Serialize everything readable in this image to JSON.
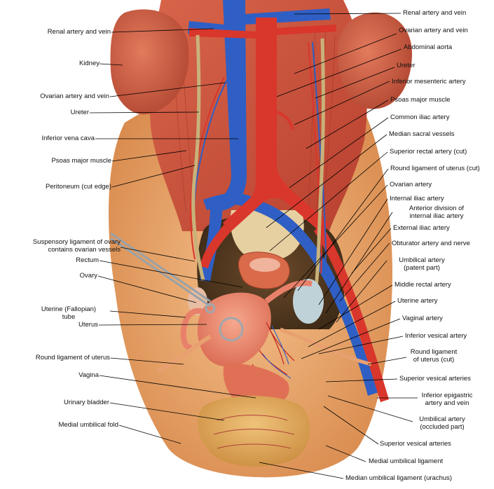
{
  "labels_left": [
    "Renal artery and vein",
    "Kidney",
    "Ovarian artery and vein",
    "Ureter",
    "Inferior vena cava",
    "Psoas major muscle",
    "Peritoneum (cut edge)",
    "Suspensory ligament of ovary",
    "contains ovarian vessels",
    "Rectum",
    "Ovary",
    "Uterine (Fallopian)",
    "tube",
    "Uterus",
    "Round ligament of uterus",
    "Vagina",
    "Urinary bladder",
    "Medial umbilical fold"
  ],
  "labels_right": [
    "Renal artery and vein",
    "Ovarian artery and vein",
    "Abdominal aorta",
    "Ureter",
    "Inferior mesenteric artery",
    "Psoas major muscle",
    "Common iliac artery",
    "Median sacral vessels",
    "Superior rectal artery (cut)",
    "Round ligament of uterus (cut)",
    "Ovarian artery",
    "Internal iliac artery",
    "Anterior division of",
    "internal iliac artery",
    "External iliac artery",
    "Obturator artery and nerve",
    "Umbilical artery",
    "(patent part)",
    "Middle rectal artery",
    "Uterine artery",
    "Vaginal artery",
    "Inferior vesical artery",
    "Round ligament",
    "of uterus (cut)",
    "Superior vesical arteries",
    "Inferior epigastric",
    "artery and vein",
    "Umbilical artery",
    "(occluded part)",
    "Superior vesical arteries",
    "Medial umbilical ligament",
    "Median umbilical ligament (urachus)"
  ],
  "colors": {
    "artery": "#d9362c",
    "vein": "#2f5fc4",
    "muscle": "#c94f3a",
    "peritoneum": "#e8a56a",
    "ureter": "#c9b27a",
    "kidney": "#c8553c",
    "uterus": "#e9806a",
    "bladder": "#d9a256",
    "leader": "#000000"
  }
}
